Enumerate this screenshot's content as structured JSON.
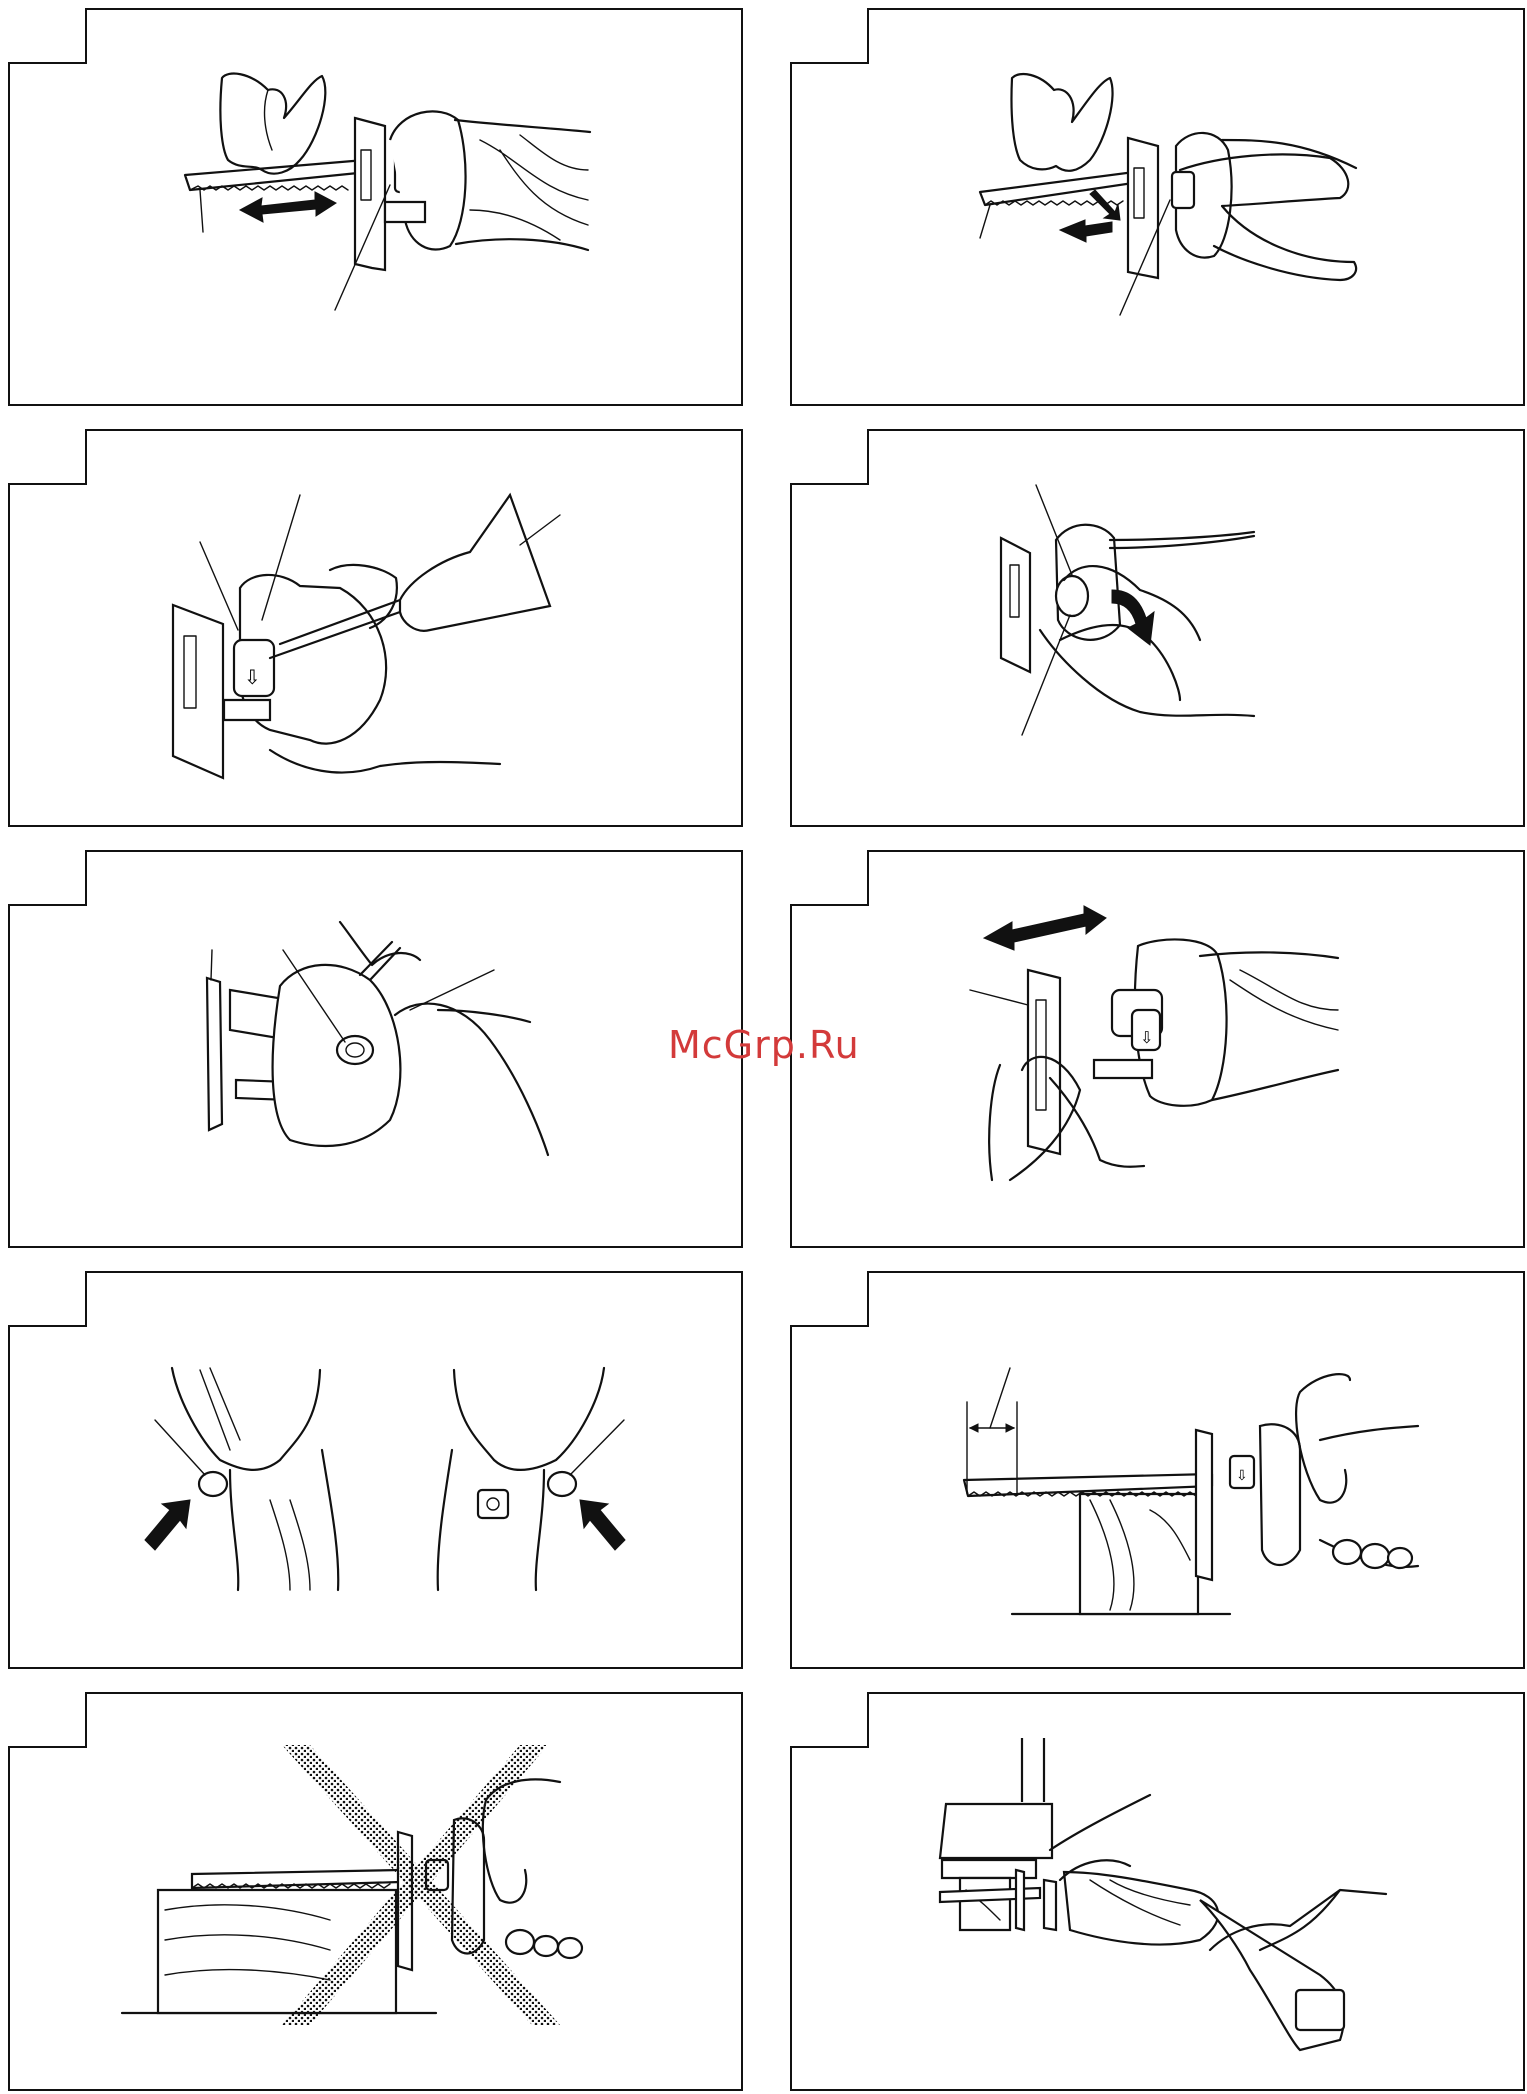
{
  "watermark": {
    "text": "McGrp.Ru",
    "color": "#d33a3a"
  },
  "panels": [
    {
      "id": "blade-insert",
      "content": "line-art illustration"
    },
    {
      "id": "blade-release",
      "content": "line-art illustration"
    },
    {
      "id": "lever-lubrication",
      "content": "line-art illustration"
    },
    {
      "id": "lever-turn",
      "content": "line-art illustration"
    },
    {
      "id": "screw-adjust",
      "content": "line-art illustration"
    },
    {
      "id": "base-adjust",
      "content": "line-art illustration"
    },
    {
      "id": "switch-buttons",
      "content": "line-art illustration"
    },
    {
      "id": "cutting-depth",
      "content": "line-art illustration"
    },
    {
      "id": "incorrect-cutting",
      "content": "line-art illustration"
    },
    {
      "id": "pipe-cutting",
      "content": "line-art illustration"
    }
  ]
}
